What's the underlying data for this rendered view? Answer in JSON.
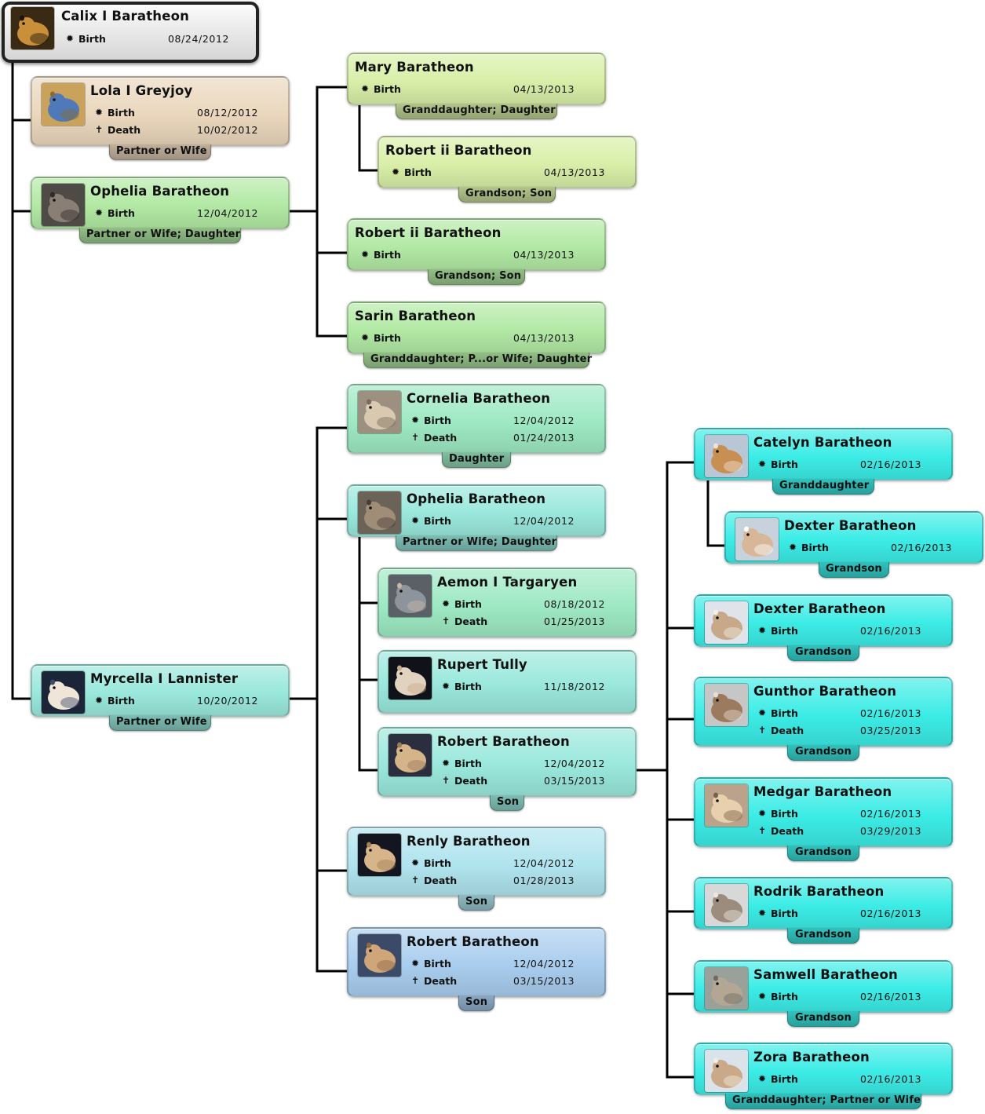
{
  "colors": {
    "root": "#e6e6e6",
    "beige": "#ead7bd",
    "lightgreen": "#d9efa8",
    "green": "#b2e9a4",
    "mint": "#9ee9c4",
    "aqua": "#9ae8dc",
    "sky": "#b0e4ee",
    "blue": "#a9cdee",
    "cyan": "#3cece6",
    "connector": "#000000"
  },
  "people": [
    {
      "id": "calix",
      "name": "Calix I Baratheon",
      "events": [
        {
          "type": "Birth",
          "icon": "birth-icon",
          "date": "08/24/2012"
        }
      ],
      "relation": "",
      "thumb": "hamster-photo",
      "color": "root"
    },
    {
      "id": "lola",
      "name": "Lola I Greyjoy",
      "events": [
        {
          "type": "Birth",
          "icon": "birth-icon",
          "date": "08/12/2012"
        },
        {
          "type": "Death",
          "icon": "death-cross-icon",
          "date": "10/02/2012"
        }
      ],
      "relation": "Partner or Wife",
      "thumb": "hamster-photo",
      "color": "beige"
    },
    {
      "id": "ophelia1",
      "name": "Ophelia Baratheon",
      "events": [
        {
          "type": "Birth",
          "icon": "birth-icon",
          "date": "12/04/2012"
        }
      ],
      "relation": "Partner or Wife; Daughter",
      "thumb": "hamster-photo",
      "color": "green"
    },
    {
      "id": "myrcella",
      "name": "Myrcella I Lannister",
      "events": [
        {
          "type": "Birth",
          "icon": "birth-icon",
          "date": "10/20/2012"
        }
      ],
      "relation": "Partner or Wife",
      "thumb": "hamster-photo",
      "color": "aqua"
    },
    {
      "id": "mary",
      "name": "Mary Baratheon",
      "events": [
        {
          "type": "Birth",
          "icon": "birth-icon",
          "date": "04/13/2013"
        }
      ],
      "relation": "Granddaughter; Daughter",
      "thumb": "",
      "color": "lightgreen"
    },
    {
      "id": "robert2a",
      "name": "Robert ii Baratheon",
      "events": [
        {
          "type": "Birth",
          "icon": "birth-icon",
          "date": "04/13/2013"
        }
      ],
      "relation": "Grandson; Son",
      "thumb": "",
      "color": "lightgreen"
    },
    {
      "id": "robert2b",
      "name": "Robert ii Baratheon",
      "events": [
        {
          "type": "Birth",
          "icon": "birth-icon",
          "date": "04/13/2013"
        }
      ],
      "relation": "Grandson; Son",
      "thumb": "",
      "color": "green"
    },
    {
      "id": "sarin",
      "name": "Sarin Baratheon",
      "events": [
        {
          "type": "Birth",
          "icon": "birth-icon",
          "date": "04/13/2013"
        }
      ],
      "relation": "Granddaughter; P...or Wife; Daughter",
      "thumb": "",
      "color": "green"
    },
    {
      "id": "cornelia",
      "name": "Cornelia Baratheon",
      "events": [
        {
          "type": "Birth",
          "icon": "birth-icon",
          "date": "12/04/2012"
        },
        {
          "type": "Death",
          "icon": "death-cross-icon",
          "date": "01/24/2013"
        }
      ],
      "relation": "Daughter",
      "thumb": "hamster-photo",
      "color": "mint"
    },
    {
      "id": "ophelia2",
      "name": "Ophelia Baratheon",
      "events": [
        {
          "type": "Birth",
          "icon": "birth-icon",
          "date": "12/04/2012"
        }
      ],
      "relation": "Partner or Wife; Daughter",
      "thumb": "hamster-photo",
      "color": "aqua"
    },
    {
      "id": "aemon",
      "name": "Aemon I Targaryen",
      "events": [
        {
          "type": "Birth",
          "icon": "birth-icon",
          "date": "08/18/2012"
        },
        {
          "type": "Death",
          "icon": "death-cross-icon",
          "date": "01/25/2013"
        }
      ],
      "relation": "",
      "thumb": "hamster-photo",
      "color": "mint"
    },
    {
      "id": "rupert",
      "name": "Rupert Tully",
      "events": [
        {
          "type": "Birth",
          "icon": "birth-icon",
          "date": "11/18/2012"
        }
      ],
      "relation": "",
      "thumb": "hamster-photo",
      "color": "aqua"
    },
    {
      "id": "robert_a",
      "name": "Robert Baratheon",
      "events": [
        {
          "type": "Birth",
          "icon": "birth-icon",
          "date": "12/04/2012"
        },
        {
          "type": "Death",
          "icon": "death-cross-icon",
          "date": "03/15/2013"
        }
      ],
      "relation": "Son",
      "thumb": "hamster-photo",
      "color": "aqua"
    },
    {
      "id": "renly",
      "name": "Renly Baratheon",
      "events": [
        {
          "type": "Birth",
          "icon": "birth-icon",
          "date": "12/04/2012"
        },
        {
          "type": "Death",
          "icon": "death-cross-icon",
          "date": "01/28/2013"
        }
      ],
      "relation": "Son",
      "thumb": "hamster-photo",
      "color": "sky"
    },
    {
      "id": "robert_b",
      "name": "Robert Baratheon",
      "events": [
        {
          "type": "Birth",
          "icon": "birth-icon",
          "date": "12/04/2012"
        },
        {
          "type": "Death",
          "icon": "death-cross-icon",
          "date": "03/15/2013"
        }
      ],
      "relation": "Son",
      "thumb": "hamster-photo",
      "color": "blue"
    },
    {
      "id": "catelyn",
      "name": "Catelyn Baratheon",
      "events": [
        {
          "type": "Birth",
          "icon": "birth-icon",
          "date": "02/16/2013"
        }
      ],
      "relation": "Granddaughter",
      "thumb": "hamster-photo",
      "color": "cyan"
    },
    {
      "id": "dexter1",
      "name": "Dexter Baratheon",
      "events": [
        {
          "type": "Birth",
          "icon": "birth-icon",
          "date": "02/16/2013"
        }
      ],
      "relation": "Grandson",
      "thumb": "hamster-photo",
      "color": "cyan"
    },
    {
      "id": "dexter2",
      "name": "Dexter Baratheon",
      "events": [
        {
          "type": "Birth",
          "icon": "birth-icon",
          "date": "02/16/2013"
        }
      ],
      "relation": "Grandson",
      "thumb": "hamster-photo",
      "color": "cyan"
    },
    {
      "id": "gunthor",
      "name": "Gunthor Baratheon",
      "events": [
        {
          "type": "Birth",
          "icon": "birth-icon",
          "date": "02/16/2013"
        },
        {
          "type": "Death",
          "icon": "death-cross-icon",
          "date": "03/25/2013"
        }
      ],
      "relation": "Grandson",
      "thumb": "hamster-photo",
      "color": "cyan"
    },
    {
      "id": "medgar",
      "name": "Medgar Baratheon",
      "events": [
        {
          "type": "Birth",
          "icon": "birth-icon",
          "date": "02/16/2013"
        },
        {
          "type": "Death",
          "icon": "death-cross-icon",
          "date": "03/29/2013"
        }
      ],
      "relation": "Grandson",
      "thumb": "hamster-photo",
      "color": "cyan"
    },
    {
      "id": "rodrik",
      "name": "Rodrik Baratheon",
      "events": [
        {
          "type": "Birth",
          "icon": "birth-icon",
          "date": "02/16/2013"
        }
      ],
      "relation": "Grandson",
      "thumb": "hamster-photo",
      "color": "cyan"
    },
    {
      "id": "samwell",
      "name": "Samwell Baratheon",
      "events": [
        {
          "type": "Birth",
          "icon": "birth-icon",
          "date": "02/16/2013"
        }
      ],
      "relation": "Grandson",
      "thumb": "hamster-photo",
      "color": "cyan"
    },
    {
      "id": "zora",
      "name": "Zora Baratheon",
      "events": [
        {
          "type": "Birth",
          "icon": "birth-icon",
          "date": "02/16/2013"
        }
      ],
      "relation": "Granddaughter; Partner or Wife",
      "thumb": "hamster-photo",
      "color": "cyan"
    }
  ]
}
